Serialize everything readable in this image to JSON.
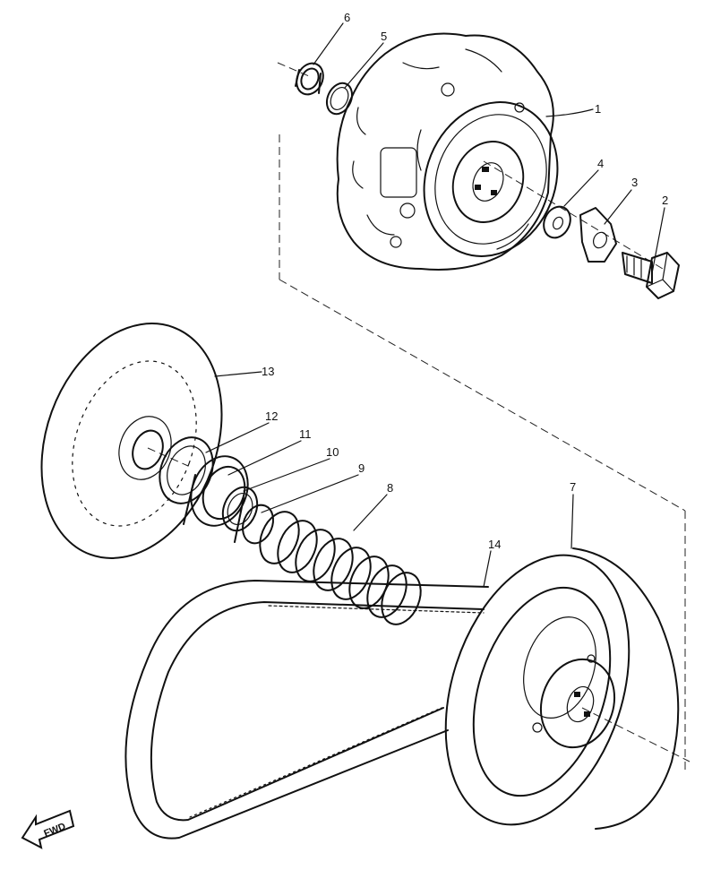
{
  "callouts": {
    "c1": "1",
    "c2": "2",
    "c3": "3",
    "c4": "4",
    "c5": "5",
    "c6": "6",
    "c7": "7",
    "c8": "8",
    "c9": "9",
    "c10": "10",
    "c11": "11",
    "c12": "12",
    "c13": "13",
    "c14": "14"
  },
  "direction_marker": {
    "label": "FWD"
  },
  "colors": {
    "ink": "#111111",
    "paper": "#ffffff"
  }
}
